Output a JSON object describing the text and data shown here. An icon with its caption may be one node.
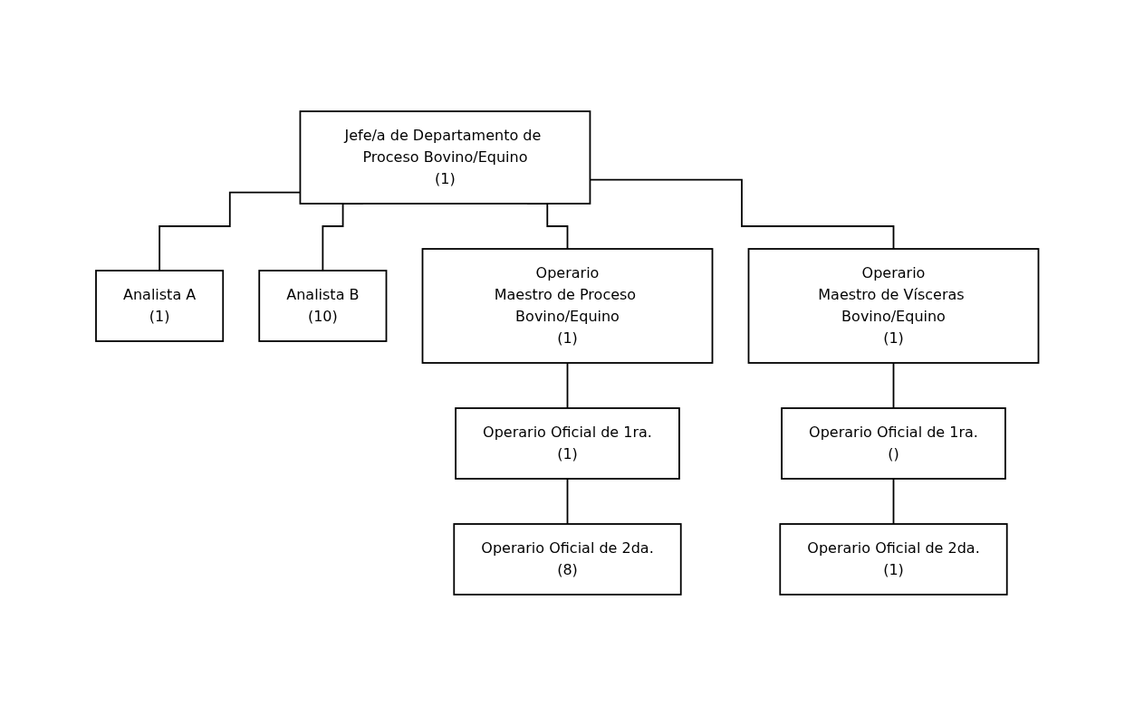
{
  "diagram": {
    "nodes": [
      {
        "text": [
          "Jefe/a de Departamento de Proceso Bovino/Equino",
          "(1)"
        ]
      },
      {
        "text": [
          "Analista A",
          "(1)"
        ]
      },
      {
        "text": [
          "Analista B",
          "(10)"
        ]
      },
      {
        "text": [
          "Operario",
          "Maestro de Proceso Bovino/Equino",
          "(1)"
        ]
      },
      {
        "text": [
          "Operario Oficial de 1ra.",
          "(1)"
        ]
      },
      {
        "text": [
          "Operario Oficial de 2da.",
          "(8)"
        ]
      },
      {
        "text": [
          "Operario",
          "Maestro de Vísceras Bovino/Equino",
          "(1)"
        ]
      },
      {
        "text": [
          "Operario Oficial de 1ra.",
          "()"
        ]
      },
      {
        "text": [
          "Operario Oficial de 2da.",
          "(1)"
        ]
      }
    ],
    "edges": [
      {
        "from": 0,
        "to": 1,
        "arrow": "none"
      },
      {
        "from": 0,
        "to": 2,
        "arrow": "none"
      },
      {
        "from": 0,
        "to": 3,
        "arrow": "none"
      },
      {
        "from": 0,
        "to": 6,
        "arrow": "none"
      },
      {
        "from": 3,
        "to": 4,
        "arrow": "none"
      },
      {
        "from": 4,
        "to": 5,
        "arrow": "none"
      },
      {
        "from": 6,
        "to": 7,
        "arrow": "none"
      },
      {
        "from": 7,
        "to": 8,
        "arrow": "none"
      }
    ]
  }
}
